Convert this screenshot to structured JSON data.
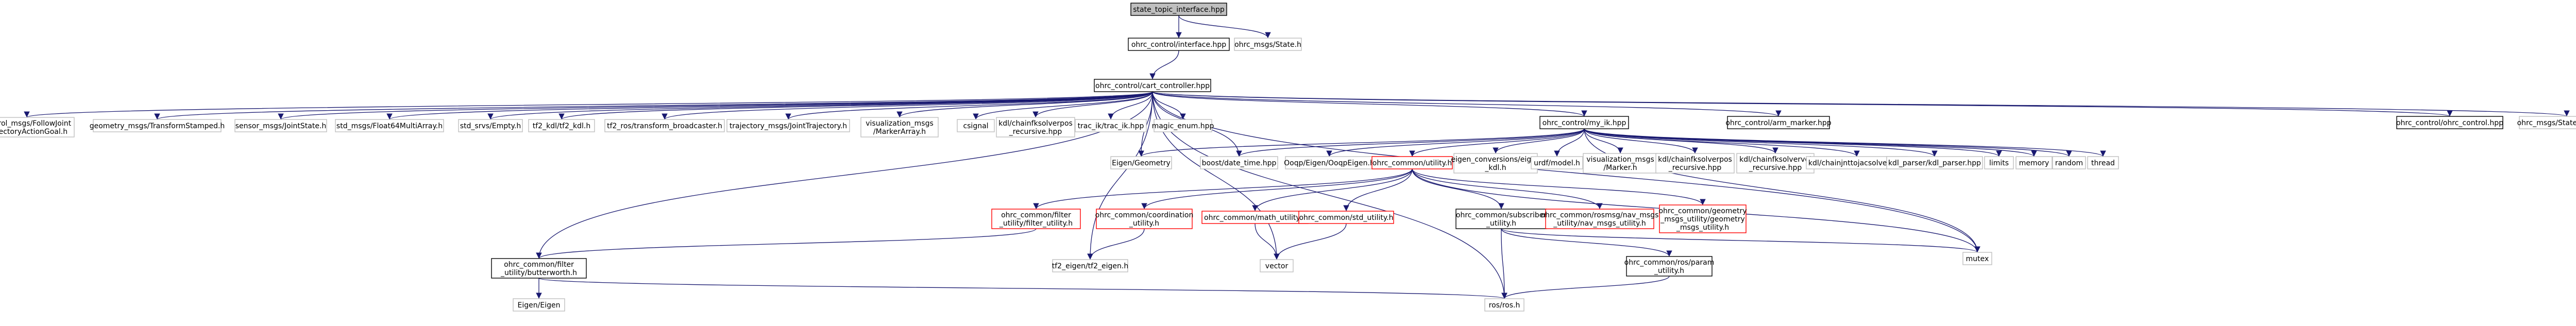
{
  "diagram": {
    "nodes": [
      {
        "id": "n0",
        "lines": [
          "state_topic_interface.hpp"
        ],
        "style": "root"
      },
      {
        "id": "n1",
        "lines": [
          "ohrc_control/interface.hpp"
        ],
        "style": "doc"
      },
      {
        "id": "n2",
        "lines": [
          "ohrc_msgs/State.h"
        ],
        "style": "ext"
      },
      {
        "id": "n3",
        "lines": [
          "ohrc_control/cart_controller.hpp"
        ],
        "style": "doc"
      },
      {
        "id": "n4",
        "lines": [
          "control_msgs/FollowJoint",
          "TrajectoryActionGoal.h"
        ],
        "style": "ext"
      },
      {
        "id": "n5",
        "lines": [
          "geometry_msgs/TransformStamped.h"
        ],
        "style": "ext"
      },
      {
        "id": "n6",
        "lines": [
          "sensor_msgs/JointState.h"
        ],
        "style": "ext"
      },
      {
        "id": "n7",
        "lines": [
          "std_msgs/Float64MultiArray.h"
        ],
        "style": "ext"
      },
      {
        "id": "n8",
        "lines": [
          "std_srvs/Empty.h"
        ],
        "style": "ext"
      },
      {
        "id": "n9",
        "lines": [
          "tf2_kdl/tf2_kdl.h"
        ],
        "style": "ext"
      },
      {
        "id": "n10",
        "lines": [
          "tf2_ros/transform_broadcaster.h"
        ],
        "style": "ext"
      },
      {
        "id": "n11",
        "lines": [
          "trajectory_msgs/JointTrajectory.h"
        ],
        "style": "ext"
      },
      {
        "id": "n12",
        "lines": [
          "visualization_msgs",
          "/MarkerArray.h"
        ],
        "style": "ext"
      },
      {
        "id": "n13",
        "lines": [
          "csignal"
        ],
        "style": "ext"
      },
      {
        "id": "n14",
        "lines": [
          "kdl/chainfksolverpos",
          "_recursive.hpp"
        ],
        "style": "ext"
      },
      {
        "id": "n15",
        "lines": [
          "trac_ik/trac_ik.hpp"
        ],
        "style": "ext"
      },
      {
        "id": "n16",
        "lines": [
          "magic_enum.hpp"
        ],
        "style": "ext"
      },
      {
        "id": "n17",
        "lines": [
          "ohrc_control/my_ik.hpp"
        ],
        "style": "doc"
      },
      {
        "id": "n18",
        "lines": [
          "ohrc_control/arm_marker.hpp"
        ],
        "style": "doc"
      },
      {
        "id": "n19",
        "lines": [
          "ohrc_control/ohrc_control.hpp"
        ],
        "style": "doc"
      },
      {
        "id": "n20",
        "lines": [
          "ohrc_msgs/StateStamped.h"
        ],
        "style": "ext"
      },
      {
        "id": "n21",
        "lines": [
          "Eigen/Geometry"
        ],
        "style": "ext"
      },
      {
        "id": "n22",
        "lines": [
          "boost/date_time.hpp"
        ],
        "style": "ext"
      },
      {
        "id": "n23",
        "lines": [
          "Ooqp/Eigen/OoqpEigen.h"
        ],
        "style": "ext"
      },
      {
        "id": "n24",
        "lines": [
          "ohrc_common/utility.h"
        ],
        "style": "red"
      },
      {
        "id": "n25",
        "lines": [
          "eigen_conversions/eigen",
          "_kdl.h"
        ],
        "style": "ext"
      },
      {
        "id": "n26",
        "lines": [
          "urdf/model.h"
        ],
        "style": "ext"
      },
      {
        "id": "n27",
        "lines": [
          "visualization_msgs",
          "/Marker.h"
        ],
        "style": "ext"
      },
      {
        "id": "n28",
        "lines": [
          "kdl/chainfksolverpos",
          "_recursive.hpp"
        ],
        "style": "ext"
      },
      {
        "id": "n29",
        "lines": [
          "kdl/chainfksolvervel",
          "_recursive.hpp"
        ],
        "style": "ext"
      },
      {
        "id": "n30",
        "lines": [
          "kdl/chainjnttojacsolver.hpp"
        ],
        "style": "ext"
      },
      {
        "id": "n31",
        "lines": [
          "kdl_parser/kdl_parser.hpp"
        ],
        "style": "ext"
      },
      {
        "id": "n32",
        "lines": [
          "limits"
        ],
        "style": "ext"
      },
      {
        "id": "n33",
        "lines": [
          "memory"
        ],
        "style": "ext"
      },
      {
        "id": "n34",
        "lines": [
          "random"
        ],
        "style": "ext"
      },
      {
        "id": "n35",
        "lines": [
          "thread"
        ],
        "style": "ext"
      },
      {
        "id": "n36",
        "lines": [
          "ohrc_common/filter",
          "_utility/filter_utility.h"
        ],
        "style": "red"
      },
      {
        "id": "n37",
        "lines": [
          "ohrc_common/coordination",
          "_utility.h"
        ],
        "style": "red"
      },
      {
        "id": "n38",
        "lines": [
          "ohrc_common/math_utility.h"
        ],
        "style": "red"
      },
      {
        "id": "n39",
        "lines": [
          "ohrc_common/std_utility.h"
        ],
        "style": "red"
      },
      {
        "id": "n40",
        "lines": [
          "ohrc_common/subscriber",
          "_utility.h"
        ],
        "style": "doc"
      },
      {
        "id": "n41",
        "lines": [
          "ohrc_common/rosmsg/nav_msgs",
          "_utility/nav_msgs_utility.h"
        ],
        "style": "red"
      },
      {
        "id": "n42",
        "lines": [
          "ohrc_common/geometry",
          "_msgs_utility/geometry",
          "_msgs_utility.h"
        ],
        "style": "red"
      },
      {
        "id": "n43",
        "lines": [
          "ohrc_common/filter",
          "_utility/butterworth.h"
        ],
        "style": "doc"
      },
      {
        "id": "n44",
        "lines": [
          "tf2_eigen/tf2_eigen.h"
        ],
        "style": "ext"
      },
      {
        "id": "n45",
        "lines": [
          "vector"
        ],
        "style": "ext"
      },
      {
        "id": "n46",
        "lines": [
          "ohrc_common/ros/param",
          "_utility.h"
        ],
        "style": "doc"
      },
      {
        "id": "n47",
        "lines": [
          "mutex"
        ],
        "style": "ext"
      },
      {
        "id": "n48",
        "lines": [
          "Eigen/Eigen"
        ],
        "style": "ext"
      },
      {
        "id": "n49",
        "lines": [
          "ros/ros.h"
        ],
        "style": "ext"
      }
    ],
    "edges": [
      [
        "n0",
        "n1"
      ],
      [
        "n0",
        "n2"
      ],
      [
        "n1",
        "n3"
      ],
      [
        "n3",
        "n4"
      ],
      [
        "n3",
        "n5"
      ],
      [
        "n3",
        "n6"
      ],
      [
        "n3",
        "n7"
      ],
      [
        "n3",
        "n8"
      ],
      [
        "n3",
        "n9"
      ],
      [
        "n3",
        "n10"
      ],
      [
        "n3",
        "n11"
      ],
      [
        "n3",
        "n12"
      ],
      [
        "n3",
        "n13"
      ],
      [
        "n3",
        "n14"
      ],
      [
        "n3",
        "n15"
      ],
      [
        "n3",
        "n16"
      ],
      [
        "n3",
        "n17"
      ],
      [
        "n3",
        "n18"
      ],
      [
        "n3",
        "n19"
      ],
      [
        "n3",
        "n20"
      ],
      [
        "n3",
        "n21"
      ],
      [
        "n3",
        "n22"
      ],
      [
        "n3",
        "n43"
      ],
      [
        "n3",
        "n44"
      ],
      [
        "n3",
        "n45"
      ],
      [
        "n3",
        "n47"
      ],
      [
        "n3",
        "n49"
      ],
      [
        "n17",
        "n21"
      ],
      [
        "n17",
        "n22"
      ],
      [
        "n17",
        "n23"
      ],
      [
        "n17",
        "n24"
      ],
      [
        "n17",
        "n25"
      ],
      [
        "n17",
        "n26"
      ],
      [
        "n17",
        "n27"
      ],
      [
        "n17",
        "n28"
      ],
      [
        "n17",
        "n29"
      ],
      [
        "n17",
        "n30"
      ],
      [
        "n17",
        "n31"
      ],
      [
        "n17",
        "n32"
      ],
      [
        "n17",
        "n33"
      ],
      [
        "n17",
        "n34"
      ],
      [
        "n17",
        "n35"
      ],
      [
        "n17",
        "n47"
      ],
      [
        "n24",
        "n36"
      ],
      [
        "n24",
        "n37"
      ],
      [
        "n24",
        "n38"
      ],
      [
        "n24",
        "n39"
      ],
      [
        "n24",
        "n40"
      ],
      [
        "n24",
        "n41"
      ],
      [
        "n24",
        "n42"
      ],
      [
        "n24",
        "n47"
      ],
      [
        "n36",
        "n43"
      ],
      [
        "n37",
        "n44"
      ],
      [
        "n38",
        "n45"
      ],
      [
        "n39",
        "n45"
      ],
      [
        "n40",
        "n46"
      ],
      [
        "n40",
        "n49"
      ],
      [
        "n40",
        "n47"
      ],
      [
        "n43",
        "n48"
      ],
      [
        "n43",
        "n49"
      ],
      [
        "n46",
        "n49"
      ]
    ]
  },
  "colors": {
    "edge": "#191970",
    "root_fill": "#bfbfbf",
    "root_stroke": "#000000",
    "doc_fill": "#ffffff",
    "doc_stroke": "#000000",
    "red_stroke": "#ff0000",
    "ext_stroke": "#bfbfbf"
  }
}
